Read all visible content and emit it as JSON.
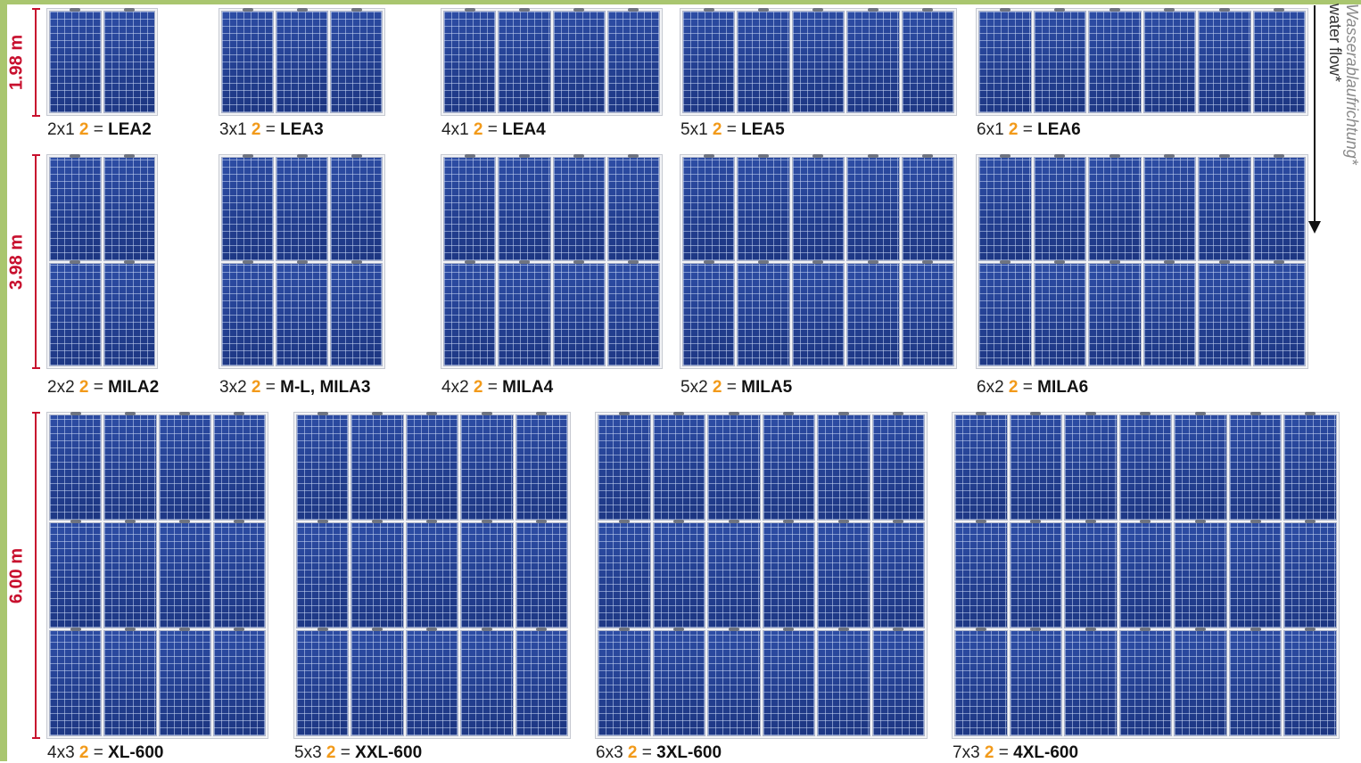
{
  "accent_color": "#f29a1a",
  "dimension_color": "#c8102e",
  "water_flow": {
    "label_de": "Wasserablaufrichtung*",
    "label_en": "water flow*",
    "icon": "arrow-down-icon"
  },
  "dimensions": [
    {
      "label": "1.98 m"
    },
    {
      "label": "3.98 m"
    },
    {
      "label": "6.00 m"
    }
  ],
  "arrays": [
    {
      "cols": 2,
      "rows": 1,
      "config": "2x1",
      "qty": "2",
      "name": "LEA2"
    },
    {
      "cols": 3,
      "rows": 1,
      "config": "3x1",
      "qty": "2",
      "name": "LEA3"
    },
    {
      "cols": 4,
      "rows": 1,
      "config": "4x1",
      "qty": "2",
      "name": "LEA4"
    },
    {
      "cols": 5,
      "rows": 1,
      "config": "5x1",
      "qty": "2",
      "name": "LEA5"
    },
    {
      "cols": 6,
      "rows": 1,
      "config": "6x1",
      "qty": "2",
      "name": "LEA6"
    },
    {
      "cols": 2,
      "rows": 2,
      "config": "2x2",
      "qty": "2",
      "name": "MILA2"
    },
    {
      "cols": 3,
      "rows": 2,
      "config": "3x2",
      "qty": "2",
      "name": "M-L, MILA3"
    },
    {
      "cols": 4,
      "rows": 2,
      "config": "4x2",
      "qty": "2",
      "name": "MILA4"
    },
    {
      "cols": 5,
      "rows": 2,
      "config": "5x2",
      "qty": "2",
      "name": "MILA5"
    },
    {
      "cols": 6,
      "rows": 2,
      "config": "6x2",
      "qty": "2",
      "name": "MILA6"
    },
    {
      "cols": 4,
      "rows": 3,
      "config": "4x3",
      "qty": "2",
      "name": "XL-600"
    },
    {
      "cols": 5,
      "rows": 3,
      "config": "5x3",
      "qty": "2",
      "name": "XXL-600"
    },
    {
      "cols": 6,
      "rows": 3,
      "config": "6x3",
      "qty": "2",
      "name": "3XL-600"
    },
    {
      "cols": 7,
      "rows": 3,
      "config": "7x3",
      "qty": "2",
      "name": "4XL-600"
    }
  ]
}
